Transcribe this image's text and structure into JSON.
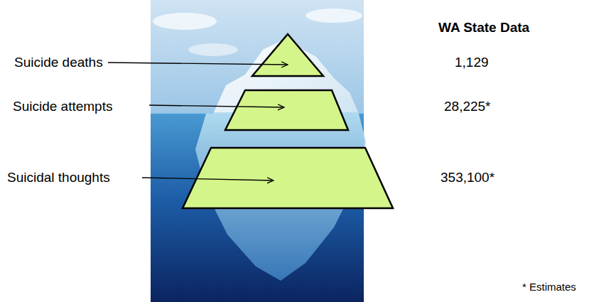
{
  "diagram": {
    "labels": [
      "Suicide deaths",
      "Suicide attempts",
      "Suicidal thoughts",
      "WA State Data",
      "1,129",
      "28,225*",
      "353,100*",
      "* Estimates"
    ]
  }
}
